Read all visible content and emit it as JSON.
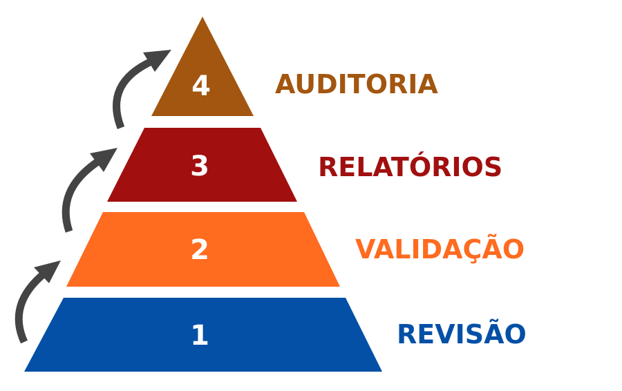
{
  "pyramid": {
    "levels": [
      {
        "number": "1",
        "label": "REVISÃO",
        "color": "#0450A6"
      },
      {
        "number": "2",
        "label": "VALIDAÇÃO",
        "color": "#FF6B1F"
      },
      {
        "number": "3",
        "label": "RELATÓRIOS",
        "color": "#A10F0F"
      },
      {
        "number": "4",
        "label": "AUDITORIA",
        "color": "#A2560F"
      }
    ],
    "arrow_color": "#444444",
    "arrow_icon": "curved-arrow-up-icon"
  }
}
